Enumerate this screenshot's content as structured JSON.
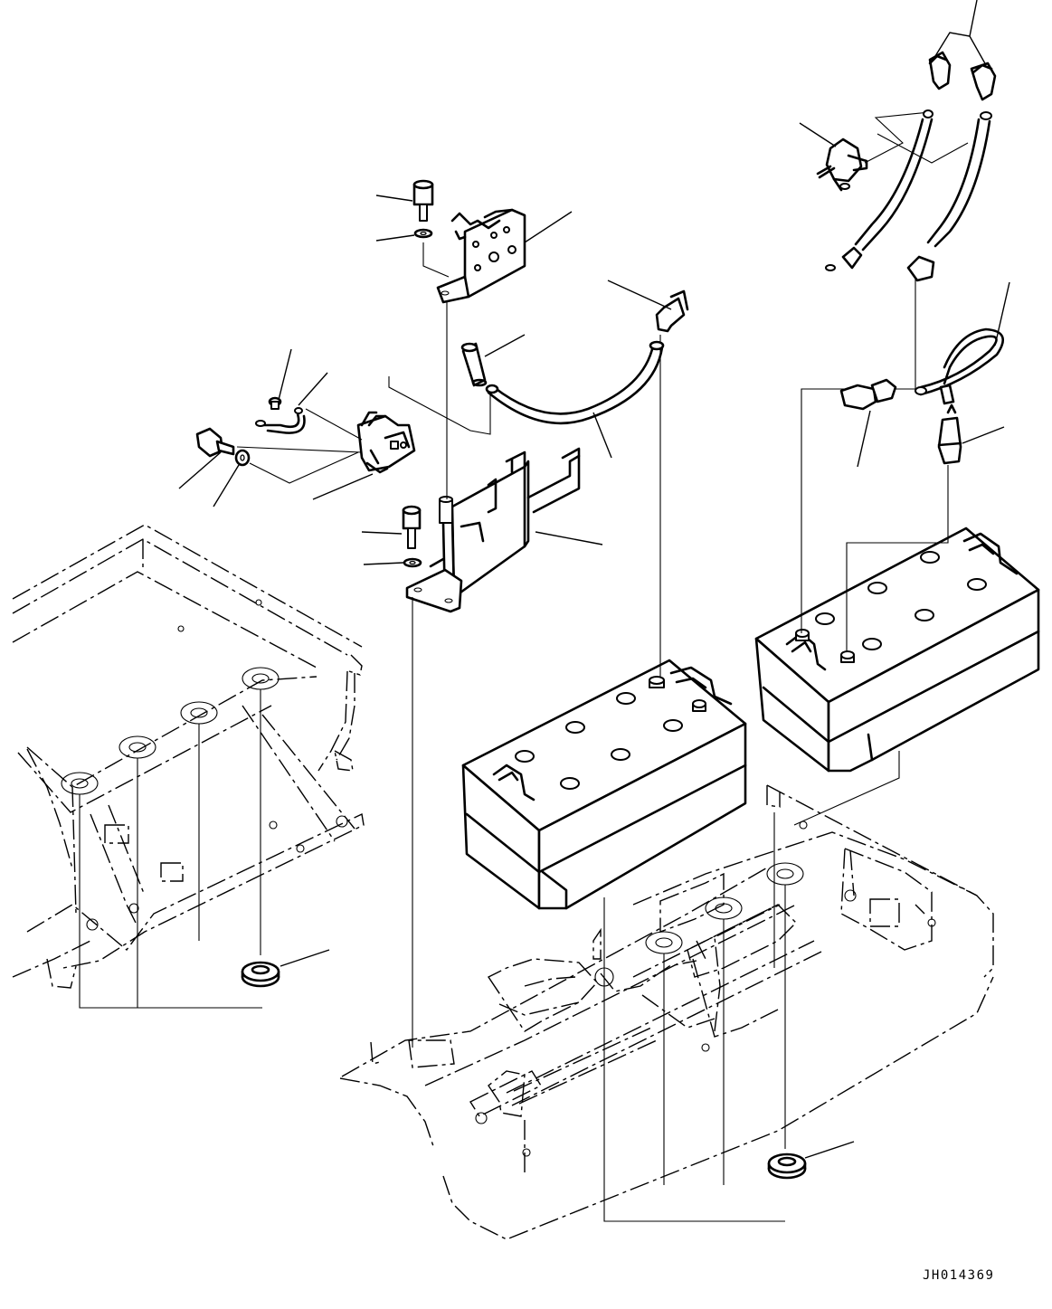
{
  "drawing": {
    "id_label": "JH014369"
  },
  "parts": [
    {
      "name": "bolt-upper"
    },
    {
      "name": "washer-upper"
    },
    {
      "name": "relay-mounting-plate"
    },
    {
      "name": "terminal-boot"
    },
    {
      "name": "terminal-cap"
    },
    {
      "name": "battery-cable"
    },
    {
      "name": "screw-small"
    },
    {
      "name": "ground-wire"
    },
    {
      "name": "banjo-bolt"
    },
    {
      "name": "washer-left"
    },
    {
      "name": "battery-relay"
    },
    {
      "name": "bolt-lower"
    },
    {
      "name": "washer-lower"
    },
    {
      "name": "battery-bracket"
    },
    {
      "name": "battery-left"
    },
    {
      "name": "battery-right"
    },
    {
      "name": "disconnect-switch"
    },
    {
      "name": "terminal-caps-top"
    },
    {
      "name": "battery-cable-right"
    },
    {
      "name": "connector"
    },
    {
      "name": "jumper-cable"
    },
    {
      "name": "fuse-terminal"
    },
    {
      "name": "cushion-left"
    },
    {
      "name": "cushion-right"
    },
    {
      "name": "frame-left"
    },
    {
      "name": "frame-right"
    }
  ]
}
